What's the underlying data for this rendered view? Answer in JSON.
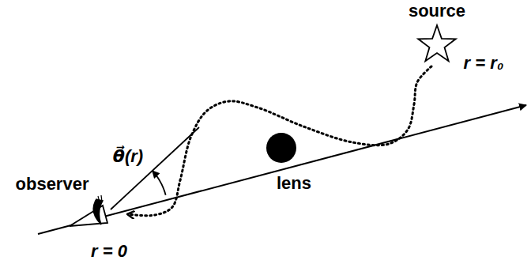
{
  "diagram": {
    "labels": [
      "source",
      "r = r₀",
      "lens",
      "observer",
      "r = 0",
      "θ⃗(r)"
    ]
  }
}
